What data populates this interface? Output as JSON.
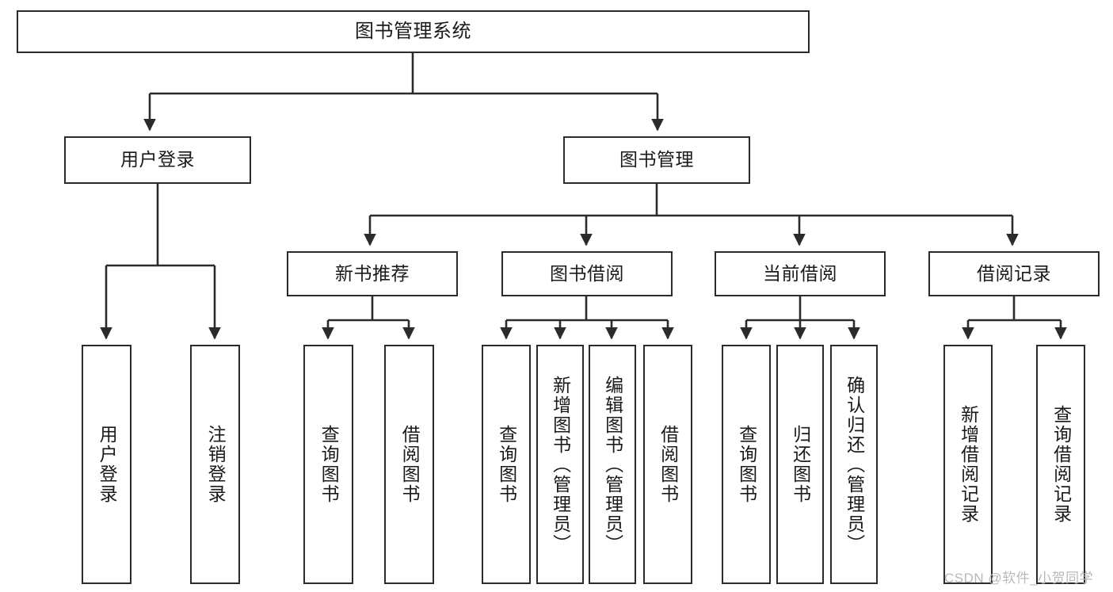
{
  "diagram": {
    "title": "图书管理系统",
    "nodes": {
      "root": {
        "label": "图书管理系统"
      },
      "level2": [
        {
          "id": "user-login",
          "label": "用户登录"
        },
        {
          "id": "book-management",
          "label": "图书管理"
        }
      ],
      "level3": [
        {
          "id": "new-book-recommend",
          "label": "新书推荐"
        },
        {
          "id": "book-borrow",
          "label": "图书借阅"
        },
        {
          "id": "current-borrow",
          "label": "当前借阅"
        },
        {
          "id": "borrow-record",
          "label": "借阅记录"
        }
      ],
      "leaves": [
        {
          "id": "leaf-user-login",
          "label": "用户登录",
          "parent": "user-login"
        },
        {
          "id": "leaf-logout-login",
          "label": "注销登录",
          "parent": "user-login"
        },
        {
          "id": "leaf-query-book-1",
          "label": "查询图书",
          "parent": "new-book-recommend"
        },
        {
          "id": "leaf-borrow-book-1",
          "label": "借阅图书",
          "parent": "new-book-recommend"
        },
        {
          "id": "leaf-query-book-2",
          "label": "查询图书",
          "parent": "book-borrow"
        },
        {
          "id": "leaf-add-book",
          "label": "新增图书（管理员）",
          "parent": "book-borrow"
        },
        {
          "id": "leaf-edit-book",
          "label": "编辑图书（管理员）",
          "parent": "book-borrow"
        },
        {
          "id": "leaf-borrow-book-2",
          "label": "借阅图书",
          "parent": "book-borrow"
        },
        {
          "id": "leaf-query-book-3",
          "label": "查询图书",
          "parent": "current-borrow"
        },
        {
          "id": "leaf-return-book",
          "label": "归还图书",
          "parent": "current-borrow"
        },
        {
          "id": "leaf-confirm-return",
          "label": "确认归还（管理员）",
          "parent": "current-borrow"
        },
        {
          "id": "leaf-add-record",
          "label": "新增借阅记录",
          "parent": "borrow-record"
        },
        {
          "id": "leaf-query-record",
          "label": "查询借阅记录",
          "parent": "borrow-record"
        }
      ]
    },
    "colors": {
      "stroke": "#2b2b2b",
      "fill": "#ffffff",
      "text": "#1a1a1a",
      "watermark": "#b9b9b9"
    }
  },
  "watermark": {
    "text": "CSDN @软件_小贺同学"
  }
}
